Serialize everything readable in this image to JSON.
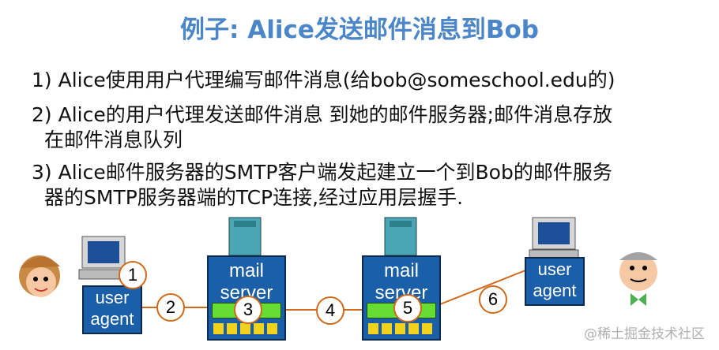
{
  "title": "例子: Alice发送邮件消息到Bob",
  "steps": {
    "s1": "1) Alice使用用户代理编写邮件消息(给bob@someschool.edu的)",
    "s2_line1": "2) Alice的用户代理发送邮件消息 到她的邮件服务器;邮件消息存放",
    "s2_line2": "在邮件消息队列",
    "s3_line1": "3) Alice邮件服务器的SMTP客户端发起建立一个到Bob的邮件服务",
    "s3_line2": "器的SMTP服务器端的TCP连接,经过应用层握手."
  },
  "diagram": {
    "alice_agent": {
      "line1": "user",
      "line2": "agent"
    },
    "bob_agent": {
      "line1": "user",
      "line2": "agent"
    },
    "server_left": {
      "line1": "mail",
      "line2": "server"
    },
    "server_right": {
      "line1": "mail",
      "line2": "server"
    },
    "badges": [
      "1",
      "2",
      "3",
      "4",
      "5",
      "6"
    ],
    "colors": {
      "title": "#4a86c8",
      "box_fill": "#1a5fa8",
      "badge_border": "#d06a1a",
      "queue_green": "#66dd33",
      "tower": "#4aa6b4"
    }
  },
  "watermark": "@稀土掘金技术社区"
}
